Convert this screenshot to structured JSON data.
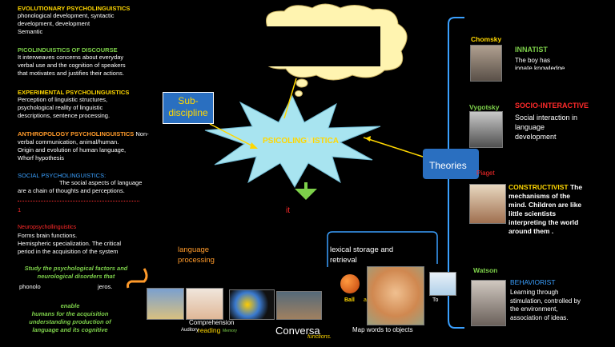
{
  "left": {
    "evolutionary": {
      "title": "EVOLUTIONARY PSYCHOLINGUISTICS",
      "lines": [
        "phonological development, syntactic",
        "development, development",
        "Semantic"
      ]
    },
    "discourse": {
      "title": "PICOLINDUISTICS OF DISCOURSE",
      "lines": [
        "It interweaves concerns about everyday",
        "verbal use and the cognition of speakers",
        "that motivates and justifies their actions."
      ]
    },
    "experimental": {
      "title": "EXPERIMENTAL PSYCHOLINGUISTICS",
      "lines": [
        "Perception of linguistic structures,",
        "psychological reality of linguistic",
        "descriptions, sentence processing."
      ]
    },
    "anthropology": {
      "title": "ANTHROPOLOGY PSYCHOLINGUISTICS",
      "title_rest": " Non-",
      "lines": [
        "verbal communication, animal/human.",
        "Origin and evolution of human language,",
        "Whorf hypothesis"
      ]
    },
    "social": {
      "title": "SOCIAL PSYCHOLINGUISTICS:",
      "lines": [
        "The social aspects of language",
        "are a chain of thoughts and perceptions."
      ]
    },
    "number": "1",
    "neuro": {
      "title": "Neuropsychollinguistics",
      "lines": [
        "Forms brain functions.",
        "Hemispheric specialization. The critical",
        "period in the acquisition of the system"
      ]
    },
    "study": {
      "lines": [
        "Study the psychological factors and",
        "neurological disorders that"
      ],
      "frag_left": "phonolo",
      "frag_right": "jeros."
    },
    "enable": {
      "lines": [
        "enable",
        "humans for the acquisition",
        "understanding production of",
        "language and its cognitive"
      ]
    }
  },
  "center": {
    "subdiscipline": "Sub-\ndiscipline",
    "star_label_a": "PSICOLING",
    "star_label_b": "ISTICA",
    "it_label": "it",
    "language_processing": "language\nprocessing",
    "lexical": "lexical storage and\nretrieval",
    "comprehension": "Comprehension",
    "auditory": "Auditory",
    "reading": "reading",
    "memory": "Memory",
    "conversa": "Conversa",
    "functions": "functions.",
    "ball": "Ball",
    "a": "a",
    "to": "To",
    "map_words": "Map words to objects"
  },
  "theories": {
    "label": "Theories",
    "chomsky": {
      "name": "Chomsky",
      "type": "INNATIST",
      "desc": "The boy has",
      "desc2": "innate knowledge"
    },
    "vygotsky": {
      "name": "Vygotsky",
      "type": "SOCIO-INTERACTIVE",
      "desc": "Social interaction in\nlanguage\ndevelopment"
    },
    "piaget": {
      "name": "Piaget",
      "type": "CONSTRUCTIVIST",
      "type_rest": " The",
      "desc": "mechanisms of the\nmind. Children are like\nlittle scientists\ninterpreting the world\naround them ."
    },
    "watson": {
      "name": "Watson",
      "type": "BEHAVIORIST",
      "desc": "Learning through\nstimulation, controlled by\nthe environment,\nassociation of ideas."
    }
  },
  "colors": {
    "yellow": "#ffd700",
    "green": "#7dd04a",
    "orange": "#ff9a2a",
    "blue": "#3aa0ff",
    "red": "#ff2a2a",
    "star": "#a8e4f0",
    "box": "#2a6fc0"
  }
}
